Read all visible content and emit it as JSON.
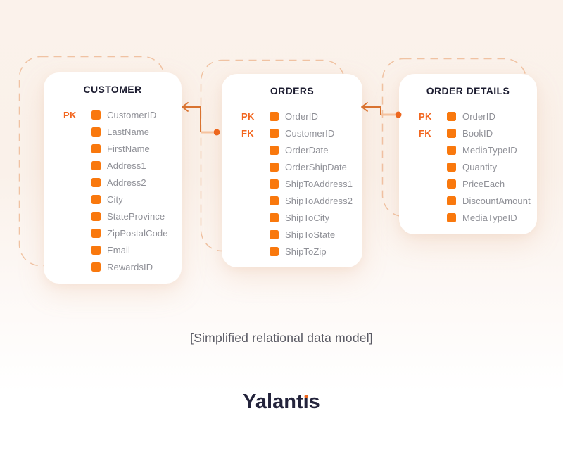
{
  "colors": {
    "background_top": "#FBF2EB",
    "card": "#FFFFFF",
    "dashed_outline": "#F0C3A3",
    "connector": "#D97330",
    "connector_light": "#F5C29E",
    "field_square": "#F9780D",
    "key_label": "#F2661F",
    "table_header_text": "#1B1B2F",
    "field_text": "#8F9097",
    "caption_text": "#5A5A64",
    "logo_text": "#23233B",
    "logo_dot": "#ED671E"
  },
  "diagram": {
    "tables": [
      {
        "name": "CUSTOMER",
        "fields": [
          {
            "key": "PK",
            "label": "CustomerID"
          },
          {
            "key": "",
            "label": "LastName"
          },
          {
            "key": "",
            "label": "FirstName"
          },
          {
            "key": "",
            "label": "Address1"
          },
          {
            "key": "",
            "label": "Address2"
          },
          {
            "key": "",
            "label": "City"
          },
          {
            "key": "",
            "label": "StateProvince"
          },
          {
            "key": "",
            "label": "ZipPostalCode"
          },
          {
            "key": "",
            "label": "Email"
          },
          {
            "key": "",
            "label": "RewardsID"
          }
        ]
      },
      {
        "name": "ORDERS",
        "fields": [
          {
            "key": "PK",
            "label": "OrderID"
          },
          {
            "key": "FK",
            "label": "CustomerID"
          },
          {
            "key": "",
            "label": "OrderDate"
          },
          {
            "key": "",
            "label": "OrderShipDate"
          },
          {
            "key": "",
            "label": "ShipToAddress1"
          },
          {
            "key": "",
            "label": "ShipToAddress2"
          },
          {
            "key": "",
            "label": "ShipToCity"
          },
          {
            "key": "",
            "label": "ShipToState"
          },
          {
            "key": "",
            "label": "ShipToZip"
          }
        ]
      },
      {
        "name": "ORDER DETAILS",
        "fields": [
          {
            "key": "PK",
            "label": "OrderID"
          },
          {
            "key": "FK",
            "label": "BookID"
          },
          {
            "key": "",
            "label": "MediaTypeID"
          },
          {
            "key": "",
            "label": "Quantity"
          },
          {
            "key": "",
            "label": "PriceEach"
          },
          {
            "key": "",
            "label": "DiscountAmount"
          },
          {
            "key": "",
            "label": "MediaTypeID"
          }
        ]
      }
    ],
    "relations": [
      {
        "from": "ORDERS.CustomerID",
        "to": "CUSTOMER.CustomerID"
      },
      {
        "from": "ORDER DETAILS.OrderID",
        "to": "ORDERS.OrderID"
      }
    ]
  },
  "caption": "[Simplified relational data model]",
  "logo": {
    "text": "Yalantis"
  }
}
